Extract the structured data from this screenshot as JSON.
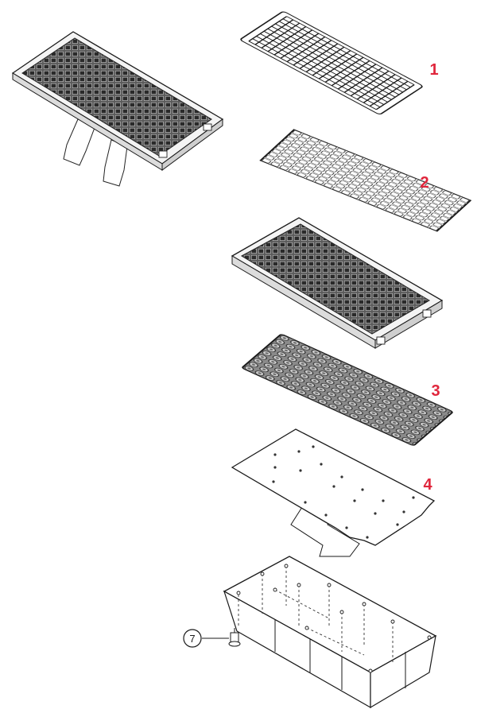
{
  "diagram": {
    "accent_color": "#e0263c",
    "line_color": "#1a1a1a",
    "labels": [
      {
        "id": "1",
        "text": "1"
      },
      {
        "id": "2",
        "text": "2"
      },
      {
        "id": "3",
        "text": "3"
      },
      {
        "id": "4",
        "text": "4"
      }
    ],
    "callouts": [
      {
        "id": "7",
        "text": "7"
      }
    ]
  }
}
